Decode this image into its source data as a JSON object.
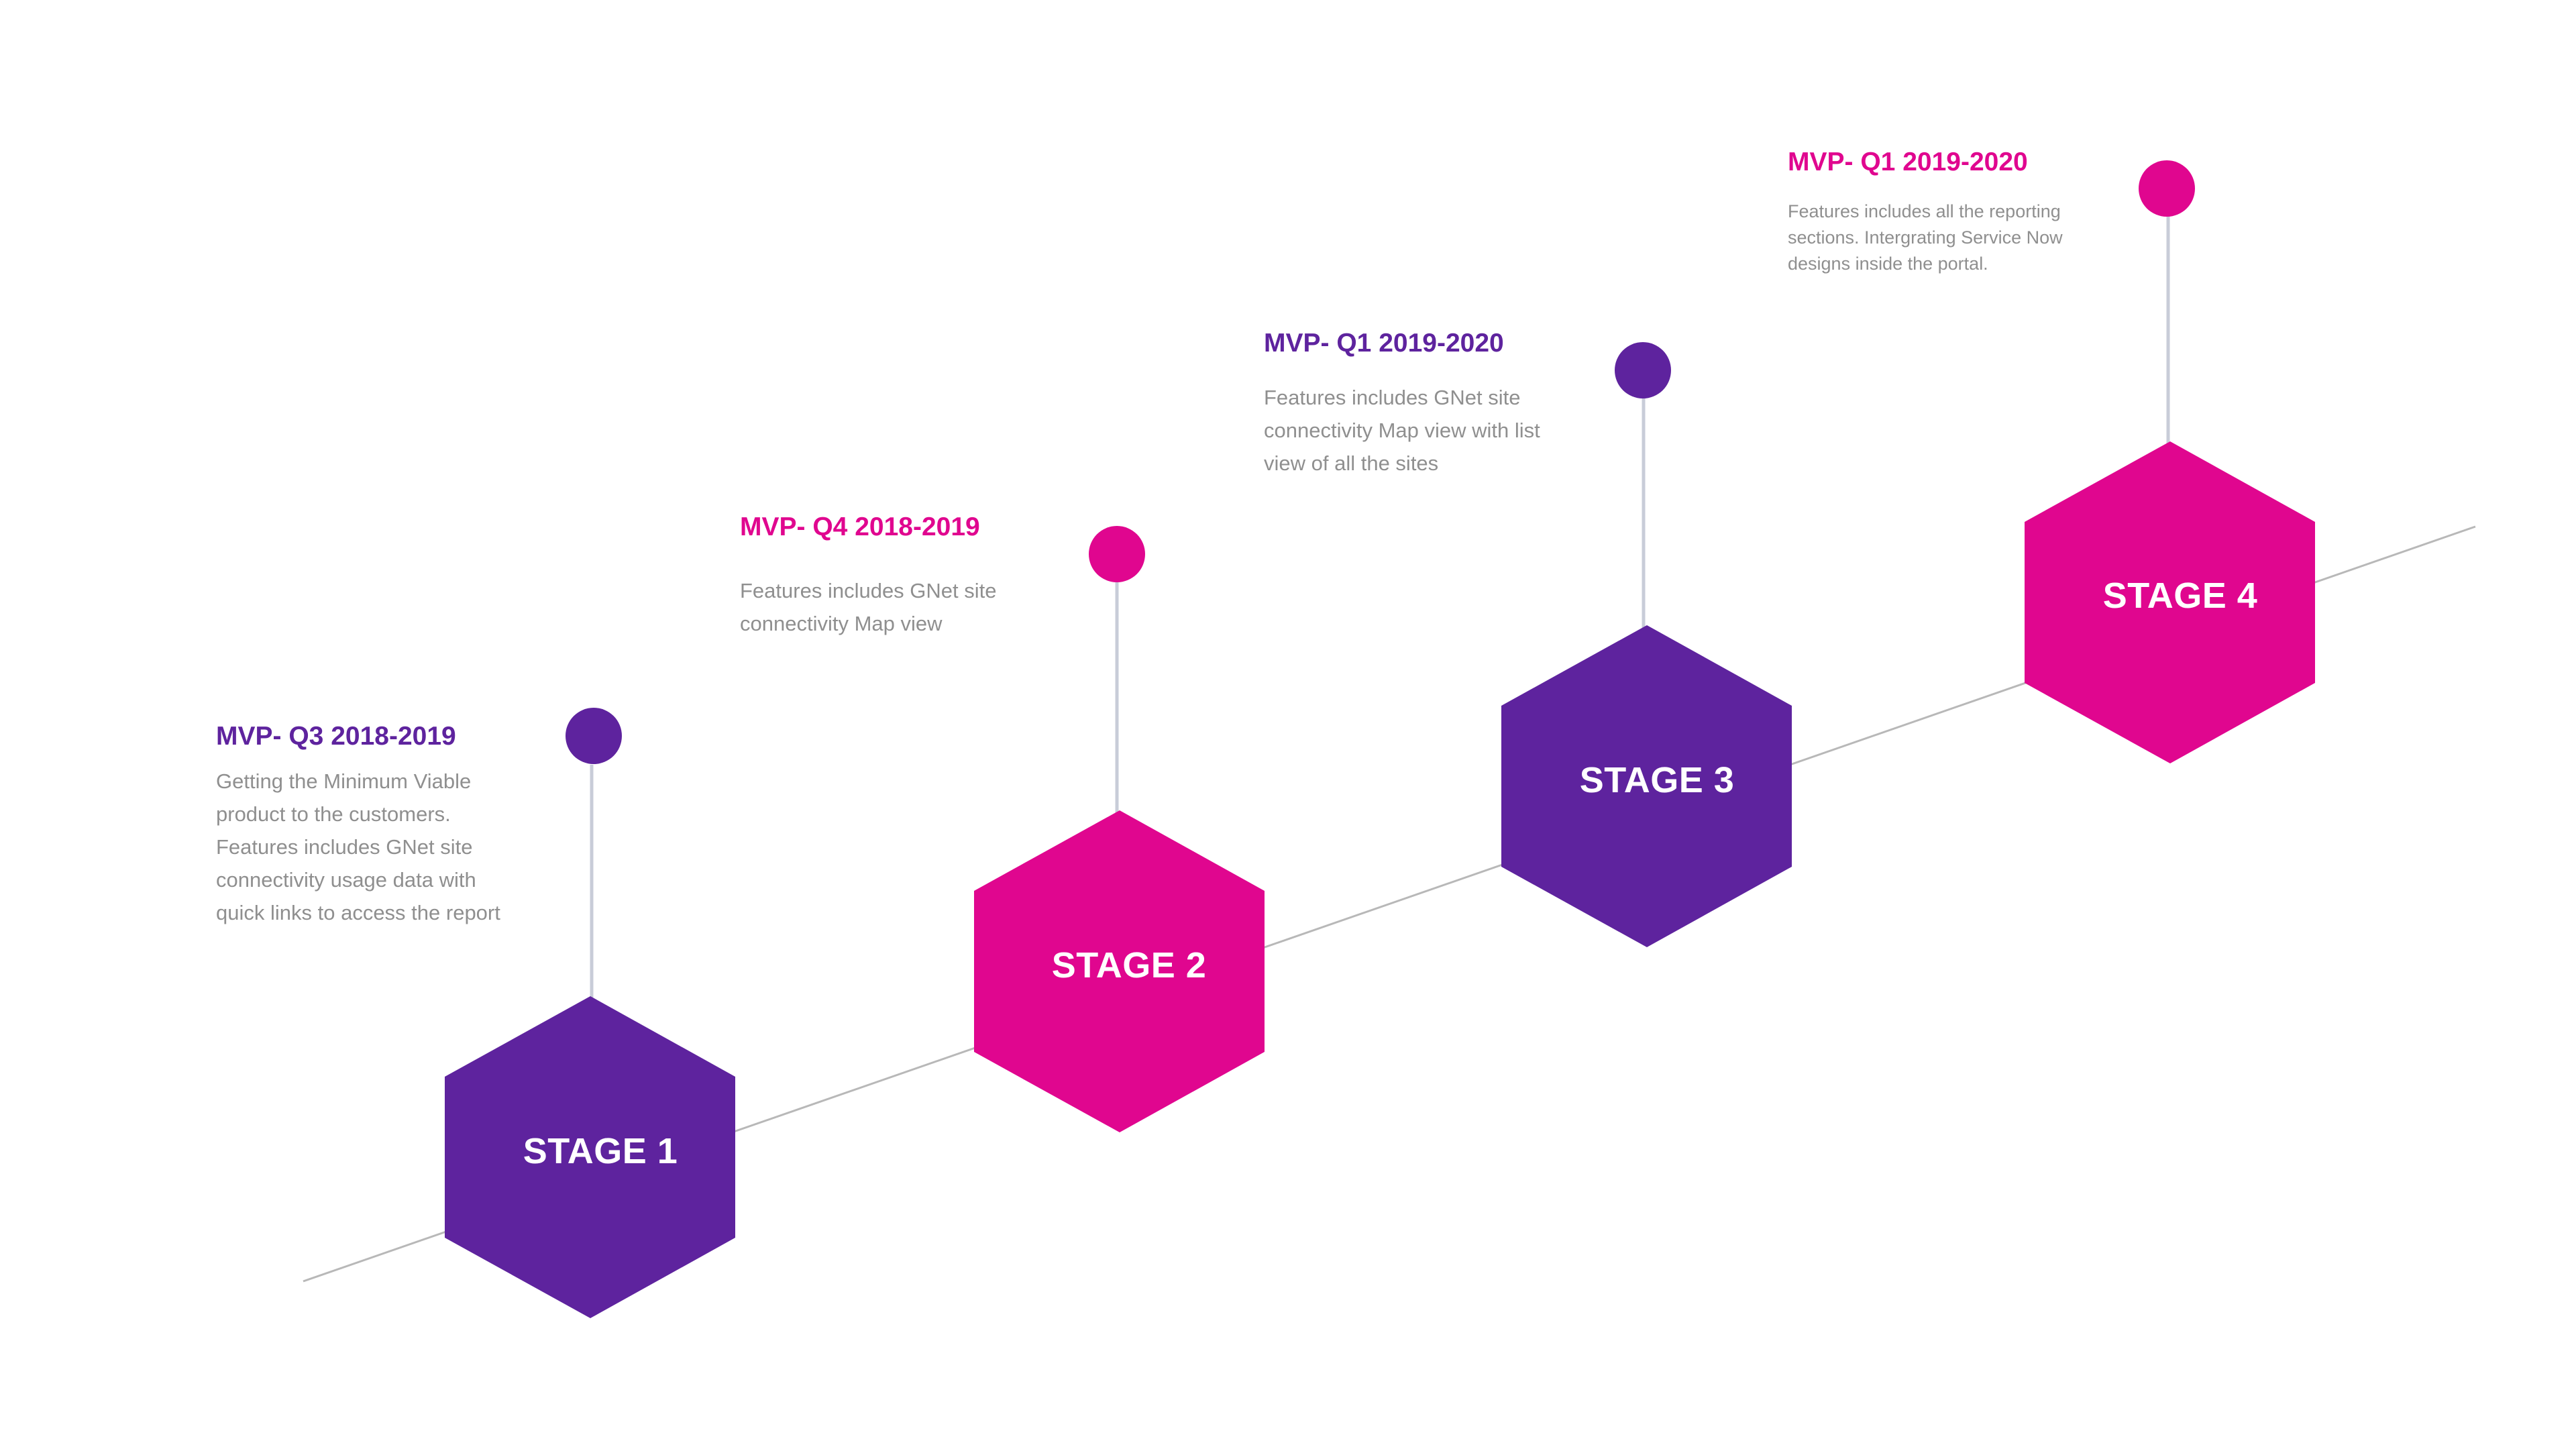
{
  "colors": {
    "purple": "#5e239e",
    "magenta": "#e0068f",
    "line": "#b8b8b8",
    "connector": "#c8ccd8",
    "description": "#8f8f8f"
  },
  "stages": [
    {
      "label": "STAGE 1",
      "title": "MVP- Q3 2018-2019",
      "color": "purple",
      "description": "Getting the Minimum Viable product to the customers. Features includes GNet site connectivity usage data with quick links to access the report"
    },
    {
      "label": "STAGE 2",
      "title": "MVP- Q4 2018-2019",
      "color": "magenta",
      "description": "Features includes GNet site connectivity Map view"
    },
    {
      "label": "STAGE 3",
      "title": "MVP- Q1 2019-2020",
      "color": "purple",
      "description": "Features includes GNet site connectivity Map view with list view of all the sites"
    },
    {
      "label": "STAGE 4",
      "title": "MVP- Q1 2019-2020",
      "color": "magenta",
      "description": "Features includes all the reporting sections. Intergrating Service Now designs inside the portal."
    }
  ]
}
